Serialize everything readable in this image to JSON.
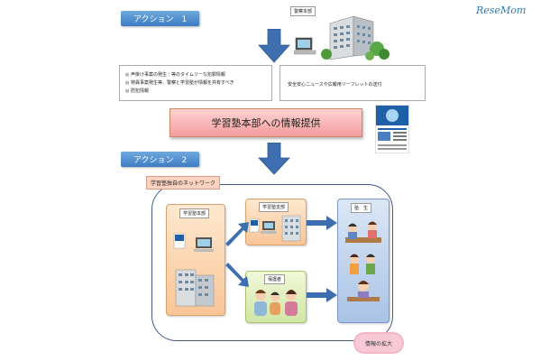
{
  "brand": {
    "logo_text": "ReseMom",
    "logo_color": "#2a7db8"
  },
  "action1": {
    "badge": "アクション　1"
  },
  "police_hq": {
    "label": "警察本部"
  },
  "info_left": {
    "items": [
      "声掛け事案の発生｜等のタイムリーな犯罪情報",
      "特異事案発生等、警察と学習塾が情報を共有すべき",
      "防犯情報"
    ]
  },
  "info_right": {
    "text": "安全安心ニュースや広報用リーフレットの送付"
  },
  "main_banner": {
    "text": "学習塾本部への情報提供"
  },
  "action2": {
    "badge": "アクション　2"
  },
  "network": {
    "tag": "学習塾独自のネットワーク",
    "hq_label": "学習塾本部",
    "branch_label": "学習塾支部",
    "guardian_label": "保護者",
    "students_label": "塾　生",
    "cloud_text": "情報の拡大"
  },
  "colors": {
    "badge_blue": "#3d7cc4",
    "arrow_blue": "#3d6fb0",
    "banner_pink": "#f49c9c",
    "frame_navy": "#3f5a8c",
    "node_orange": "#f8c597",
    "node_green": "#cfe6a5",
    "node_blue": "#a9c3e6",
    "cloud_pink": "#f7c9d6"
  },
  "icons": [
    "building-icon",
    "computer-icon",
    "leaflet-icon",
    "students-icon",
    "parents-icon"
  ]
}
